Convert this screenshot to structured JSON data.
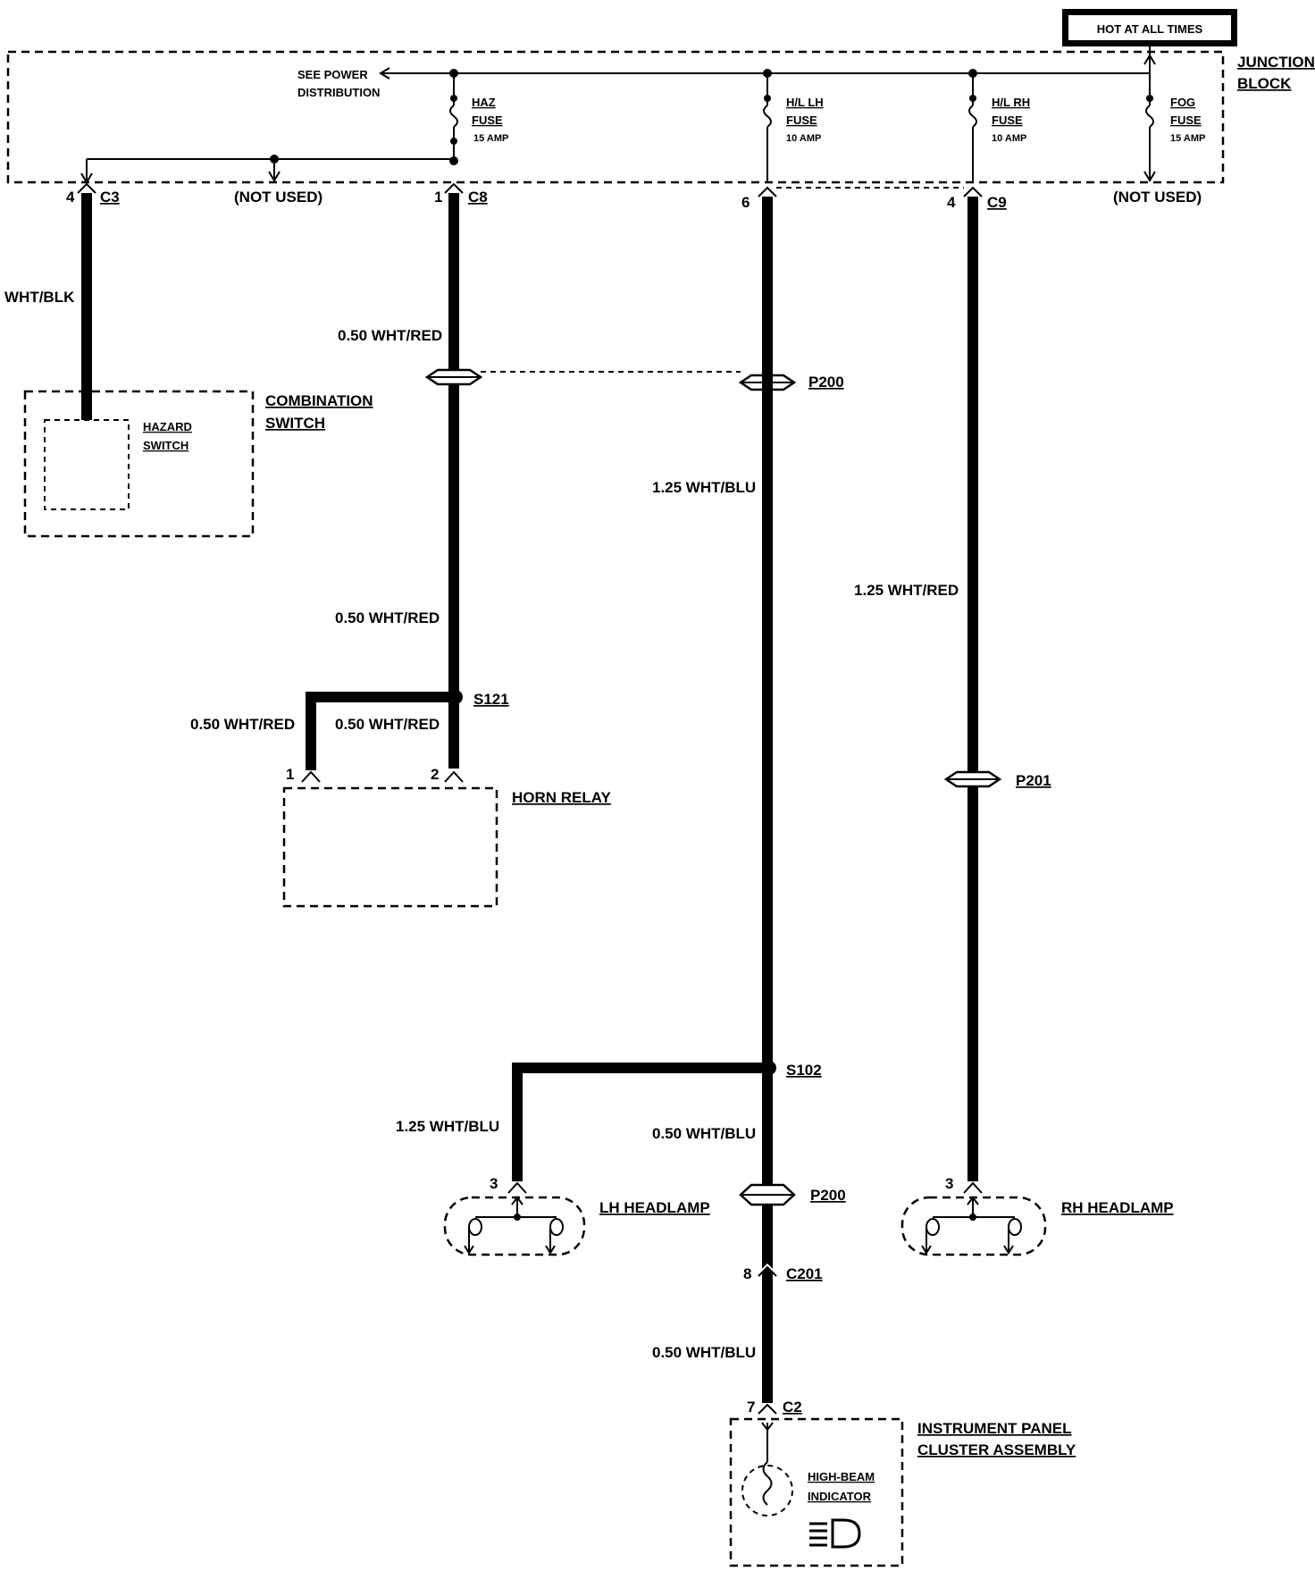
{
  "header": {
    "hot_label": "HOT AT ALL TIMES",
    "junction_block_line1": "JUNCTION",
    "junction_block_line2": "BLOCK",
    "see_power_line1": "SEE POWER",
    "see_power_line2": "DISTRIBUTION"
  },
  "fuses": [
    {
      "name_line1": "HAZ",
      "name_line2": "FUSE",
      "rating": "15 AMP"
    },
    {
      "name_line1": "H/L LH",
      "name_line2": "FUSE",
      "rating": "10 AMP"
    },
    {
      "name_line1": "H/L RH",
      "name_line2": "FUSE",
      "rating": "10 AMP"
    },
    {
      "name_line1": "FOG",
      "name_line2": "FUSE",
      "rating": "15 AMP"
    }
  ],
  "connectors": {
    "c3": {
      "pin": "4",
      "name": "C3"
    },
    "c8": {
      "pin": "1",
      "name": "C8"
    },
    "c9_lh": {
      "pin": "6"
    },
    "c9_rh": {
      "pin": "4",
      "name": "C9"
    },
    "not_used_left": "(NOT USED)",
    "not_used_right": "(NOT USED)",
    "p200_top": "P200",
    "p200_bottom": "P200",
    "p201": "P201",
    "s121": "S121",
    "s102": "S102",
    "c201": {
      "pin": "8",
      "name": "C201"
    },
    "c2": {
      "pin": "7",
      "name": "C2"
    }
  },
  "wires": {
    "wht_blk": "WHT/BLK",
    "c8_wht_red": "0.50 WHT/RED",
    "mid_wht_red": "0.50 WHT/RED",
    "relay_pin1_wire": "0.50 WHT/RED",
    "relay_pin2_wire": "0.50 WHT/RED",
    "lh_wht_blu": "1.25 WHT/BLU",
    "rh_wht_red": "1.25 WHT/RED",
    "lh_lamp_wire": "1.25 WHT/BLU",
    "s102_to_p200": "0.50 WHT/BLU",
    "c201_to_c2": "0.50 WHT/BLU"
  },
  "components": {
    "combination_switch_line1": "COMBINATION",
    "combination_switch_line2": "SWITCH",
    "hazard_switch_line1": "HAZARD",
    "hazard_switch_line2": "SWITCH",
    "horn_relay": "HORN RELAY",
    "horn_relay_pin1": "1",
    "horn_relay_pin2": "2",
    "lh_headlamp": "LH HEADLAMP",
    "lh_headlamp_pin": "3",
    "rh_headlamp": "RH HEADLAMP",
    "rh_headlamp_pin": "3",
    "ipc_line1": "INSTRUMENT PANEL",
    "ipc_line2": "CLUSTER ASSEMBLY",
    "hb_line1": "HIGH-BEAM",
    "hb_line2": "INDICATOR"
  }
}
